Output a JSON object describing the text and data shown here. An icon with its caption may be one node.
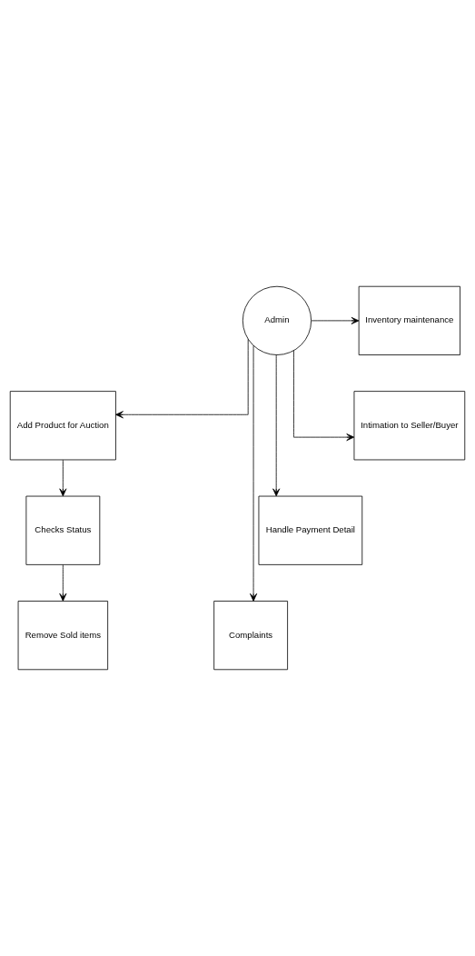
{
  "diagram": {
    "nodes": [
      {
        "text": [
          "Inventory maintenance"
        ]
      },
      {
        "text": [
          "Admin"
        ]
      },
      {
        "text": [
          "Intimation to Seller/Buyer"
        ]
      },
      {
        "text": [
          "Add Product for Auction"
        ]
      },
      {
        "text": [
          "Handle Payment Detail"
        ]
      },
      {
        "text": [
          "Checks Status"
        ]
      },
      {
        "text": [
          "Complaints"
        ]
      },
      {
        "text": [
          "Remove Sold items"
        ]
      }
    ],
    "edges": [
      {
        "from": 1,
        "to": 0,
        "arrow": "to"
      },
      {
        "from": 1,
        "to": 2,
        "arrow": "to"
      },
      {
        "from": 1,
        "to": 4,
        "arrow": "to"
      },
      {
        "from": 1,
        "to": 6,
        "arrow": "to"
      },
      {
        "from": 1,
        "to": 3,
        "arrow": "to"
      },
      {
        "from": 3,
        "to": 5,
        "arrow": "to"
      },
      {
        "from": 5,
        "to": 7,
        "arrow": "to"
      }
    ]
  }
}
